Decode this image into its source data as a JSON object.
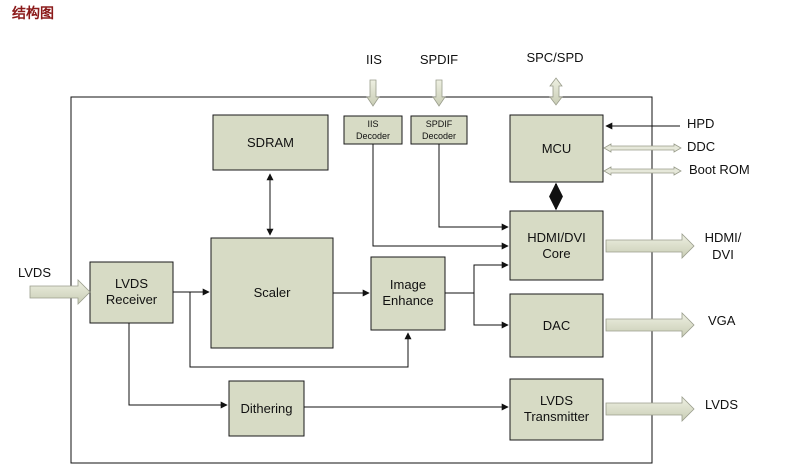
{
  "title": "结构图",
  "colors": {
    "block_fill": "#d7dbc5",
    "title_color": "#8b1a1a",
    "arrow_fill": "#dde0cc"
  },
  "blocks": {
    "sdram": "SDRAM",
    "iis_decoder": [
      "IIS",
      "Decoder"
    ],
    "spdif_decoder": [
      "SPDIF",
      "Decoder"
    ],
    "mcu": "MCU",
    "hdmi_core": [
      "HDMI/DVI",
      "Core"
    ],
    "lvds_receiver": [
      "LVDS",
      "Receiver"
    ],
    "scaler": "Scaler",
    "image_enhance": [
      "Image",
      "Enhance"
    ],
    "dac": "DAC",
    "dithering": "Dithering",
    "lvds_transmitter": [
      "LVDS",
      "Transmitter"
    ]
  },
  "signals": {
    "iis": "IIS",
    "spdif": "SPDIF",
    "spc_spd": "SPC/SPD",
    "hpd": "HPD",
    "ddc": "DDC",
    "boot_rom": "Boot ROM",
    "lvds_in": "LVDS",
    "hdmi_out": [
      "HDMI/",
      "DVI"
    ],
    "vga_out": "VGA",
    "lvds_out": "LVDS"
  }
}
